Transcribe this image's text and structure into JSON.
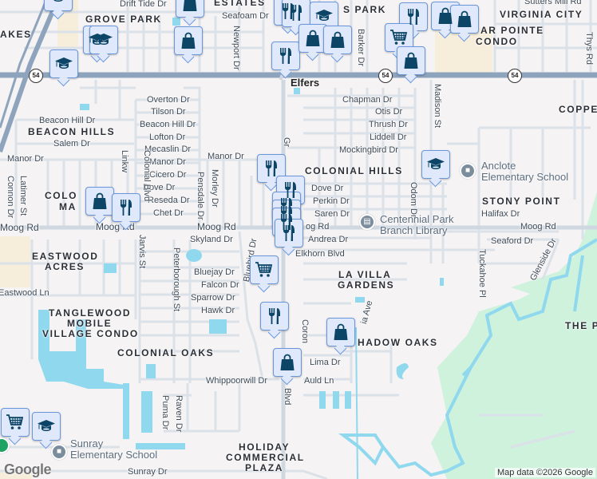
{
  "map": {
    "colors": {
      "background": "#f5f3f4",
      "major_road": "#8ea4bd",
      "street": "#dbe1e8",
      "water": "#8fd8ee",
      "park": "#cff2dd",
      "commercial": "#f6eedb",
      "marker_bg": "#dfe9fb",
      "marker_border": "#6a97dc",
      "marker_icon": "#0c4566"
    },
    "route_shields": [
      "54",
      "54",
      "54"
    ],
    "place_label": "Elfers",
    "neighborhoods": [
      "GROVE PARK",
      "AKES",
      "ESTATES",
      "S PARK",
      "VIRGINIA CITY",
      "AR POINTE",
      "CONDO",
      "COPPE",
      "BEACON HILLS",
      "COLONIAL HILLS",
      "STONY POINT",
      "COLO",
      "MA",
      "EASTWOOD",
      "ACRES",
      "LA VILLA",
      "GARDENS",
      "TANGLEWOOD",
      "MOBILE",
      "VILLAGE CONDO",
      "COLONIAL OAKS",
      "HADOW OAKS",
      "THE P",
      "HOLIDAY",
      "COMMERCIAL",
      "PLAZA"
    ],
    "streets": [
      "Drift Tide Dr",
      "Seafoam Dr",
      "Newport Dr",
      "Overton Dr",
      "Tilson Dr",
      "Beacon Hill Dr",
      "Lofton Dr",
      "Mecaslin Dr",
      "Manor Dr",
      "Manor Dr",
      "Cicero Dr",
      "Dove Dr",
      "Reseda Dr",
      "Chet Dr",
      "Beacon Hill Dr",
      "Salem Dr",
      "Manor Dr",
      "Moog Rd",
      "Moog Rd",
      "Moog Rd",
      "og Rd",
      "Moog Rd",
      "Skyland Dr",
      "Bluejay Dr",
      "Falcon Dr",
      "Sparrow Dr",
      "Hawk Dr",
      "Whippoorwill Dr",
      "Auld Ln",
      "Lima Dr",
      "Sunray Dr",
      "Eastwood Ln",
      "Elkhorn Blvd",
      "Andrea Dr",
      "Saren Dr",
      "Perkin Dr",
      "Dove Dr",
      "Mockingbird Dr",
      "Liddell Dr",
      "Thrush Dr",
      "Otis Dr",
      "Chapman Dr",
      "Halifax Dr",
      "Seaford Dr",
      "Sutters Mill Rd",
      "Barker Dr",
      "Madison St",
      "Odom Dr",
      "Thys Rd",
      "Tuckahoe Pl",
      "Glenside Dr",
      "Colonial Blvd",
      "Linkw",
      "Pensdale Dr",
      "Morley Dr",
      "Connon Dr",
      "Latimer St",
      "Jarvis St",
      "Peterborough St",
      "Bluebird Dr",
      "Raven Dr",
      "Puma Dr",
      "Gr",
      "Blvd",
      "Coron",
      "ia Ave"
    ],
    "pois": [
      {
        "name": "Anclote Elementary School",
        "line1": "Anclote",
        "line2": "Elementary School",
        "icon": "school-icon"
      },
      {
        "name": "Centennial Park Branch Library",
        "line1": "Centennial Park",
        "line2": "Branch Library",
        "icon": "library-icon"
      },
      {
        "name": "Sunray Elementary School",
        "line1": "Sunray",
        "line2": "Elementary School",
        "icon": "school-icon"
      }
    ],
    "marker_types": {
      "restaurant": "fork-knife-icon",
      "shopping": "shopping-bag-icon",
      "grocery": "shopping-cart-icon",
      "school": "graduation-cap-icon"
    },
    "logo": "Google",
    "attribution": "Map data ©2026 Google"
  }
}
